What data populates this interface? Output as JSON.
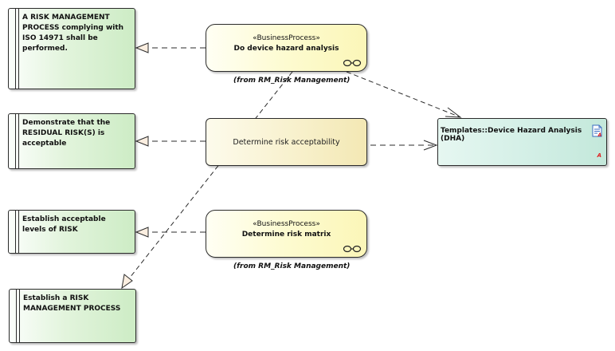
{
  "diagram": {
    "requirements": [
      {
        "id": "req-iso",
        "text": "A RISK MANAGEMENT PROCESS complying with ISO 14971 shall be performed."
      },
      {
        "id": "req-residual",
        "text": "Demonstrate that the RESIDUAL RISK(S) is acceptable"
      },
      {
        "id": "req-levels",
        "text": "Establish acceptable levels of RISK"
      },
      {
        "id": "req-process",
        "text": "Establish a RISK MANAGEMENT PROCESS"
      }
    ],
    "processes": [
      {
        "id": "proc-hazard",
        "stereotype": "«BusinessProcess»",
        "name": "Do device hazard analysis",
        "from": "(from RM_Risk Management)",
        "icon": "business-process-icon"
      },
      {
        "id": "proc-matrix",
        "stereotype": "«BusinessProcess»",
        "name": "Determine risk matrix",
        "from": "(from RM_Risk Management)",
        "icon": "business-process-icon"
      }
    ],
    "activity": {
      "id": "act-acceptability",
      "name": "Determine risk acceptability"
    },
    "artifact": {
      "id": "artifact-dha",
      "name": "Templates::Device Hazard Analysis (DHA)",
      "icon": "document-icon",
      "marker": "A"
    },
    "connectors": [
      {
        "from": "proc-hazard",
        "to": "req-iso",
        "type": "realization"
      },
      {
        "from": "act-acceptability",
        "to": "req-residual",
        "type": "realization"
      },
      {
        "from": "proc-matrix",
        "to": "req-levels",
        "type": "realization"
      },
      {
        "from": "proc-hazard",
        "to": "req-process",
        "type": "realization"
      },
      {
        "from": "proc-hazard",
        "to": "artifact-dha",
        "type": "dependency"
      },
      {
        "from": "act-acceptability",
        "to": "artifact-dha",
        "type": "dependency"
      }
    ],
    "colors": {
      "requirement_fill": "#d8f0d0",
      "process_fill": "#fcf8c4",
      "activity_fill": "#f6efc8",
      "artifact_fill": "#d0eee2",
      "line": "#2b2b2b",
      "arrowhead_fill": "#fbeee0",
      "artifact_marker": "#e02020"
    }
  }
}
